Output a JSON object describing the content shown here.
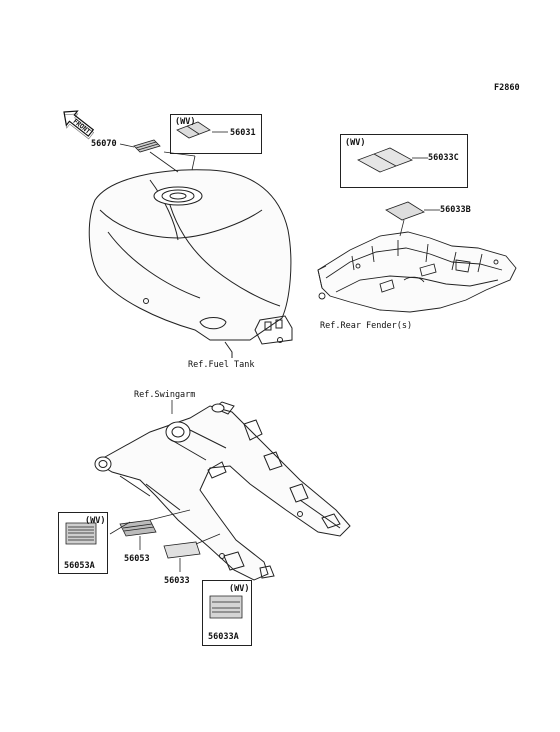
{
  "figure_code": "F2860",
  "front_arrow": "FRONT",
  "parts": {
    "p56070": "56070",
    "p56031": "56031",
    "p56033C": "56033C",
    "p56033B": "56033B",
    "p56053A": "56053A",
    "p56053": "56053",
    "p56033": "56033",
    "p56033A": "56033A"
  },
  "wv_tags": {
    "box_56031": "(WV)",
    "box_56033C": "(WV)",
    "box_56053A": "(WV)",
    "box_56033A": "(WV)"
  },
  "references": {
    "fuel_tank": "Ref.Fuel Tank",
    "rear_fender": "Ref.Rear Fender(s)",
    "swingarm": "Ref.Swingarm"
  }
}
